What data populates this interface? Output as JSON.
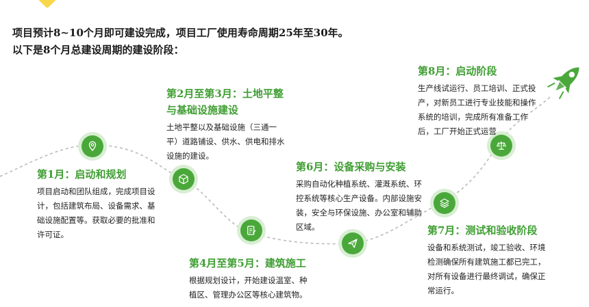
{
  "intro": {
    "line1": "项目预计8~10个月即可建设完成，项目工厂使用寿命周期25年至30年。",
    "line2": "以下是8个月总建设周期的建设阶段："
  },
  "stages": [
    {
      "title": "第1月：启动和规划",
      "desc": "项目启动和团队组成，完成项目设计，包括建筑布局、设备需求、基础设施配置等。获取必要的批准和许可证。",
      "icon": "location-pin-icon"
    },
    {
      "title": "第2月至第3月：土地平整与基础设施建设",
      "desc": "土地平整以及基础设施（三通一平）道路铺设、供水、供电和排水设施的建设。",
      "icon": "cube-icon"
    },
    {
      "title": "第4月至第5月：建筑施工",
      "desc": "根据规划设计，开始建设温室、种植区、管理办公区等核心建筑物。",
      "icon": "document-edit-icon"
    },
    {
      "title": "第6月：设备采购与安装",
      "desc": "采购自动化种植系统、灌溉系统、环控系统等核心生产设备。内部设施安装，安全与环保设施、办公室和辅助区域。",
      "icon": "paper-plane-icon"
    },
    {
      "title": "第7月：测试和验收阶段",
      "desc": "设备和系统测试，竣工验收、环境检测确保所有建筑施工都已完工，对所有设备进行最终调试，确保正常运行。",
      "icon": "layers-icon"
    },
    {
      "title": "第8月：启动阶段",
      "desc": "生产线试运行、员工培训、正式投产，对新员工进行专业技能和操作系统的培训，完成所有准备工作后，工厂开始正式运营",
      "icon": "scale-icon"
    }
  ],
  "decorations": {
    "rocket_icon": "rocket-icon",
    "accent": "#3f9e32",
    "node_fill": "#4aa83a",
    "node_ring": "#d8eed3",
    "path_color": "#b9b9b9"
  }
}
